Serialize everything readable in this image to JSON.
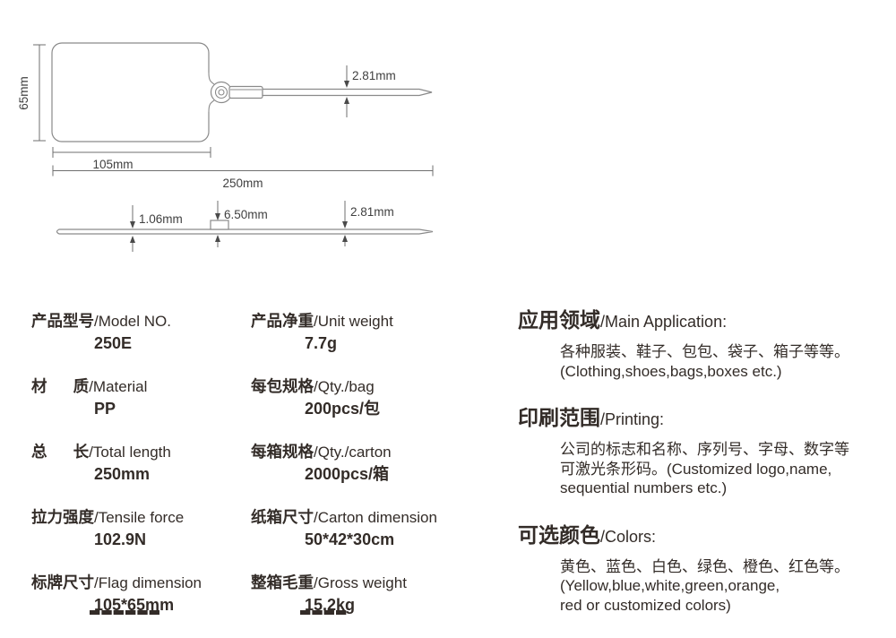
{
  "diagram": {
    "height": "65mm",
    "flag_width": "105mm",
    "total_length": "250mm",
    "strap_width_top": "2.81mm",
    "thickness": "1.06mm",
    "lock_width": "6.50mm",
    "strap_width_side": "2.81mm"
  },
  "specs": {
    "left": [
      {
        "zh": "产品型号",
        "en": "/Model NO.",
        "value": "250E"
      },
      {
        "zh": "材      质",
        "en": "/Material",
        "value": "PP"
      },
      {
        "zh": "总      长",
        "en": "/Total length",
        "value": "250mm"
      },
      {
        "zh": "拉力强度",
        "en": "/Tensile force",
        "value": "102.9N"
      },
      {
        "zh": "标牌尺寸",
        "en": "/Flag dimension",
        "value": "105*65mm"
      }
    ],
    "middle": [
      {
        "zh": "产品净重",
        "en": "/Unit weight",
        "value": "7.7g"
      },
      {
        "zh": "每包规格",
        "en": "/Qty./bag",
        "value": "200pcs/包"
      },
      {
        "zh": "每箱规格",
        "en": "/Qty./carton",
        "value": "2000pcs/箱"
      },
      {
        "zh": "纸箱尺寸",
        "en": "/Carton dimension",
        "value": "50*42*30cm"
      },
      {
        "zh": "整箱毛重",
        "en": "/Gross weight",
        "value": "15.2kg"
      }
    ],
    "right": [
      {
        "zh": "应用领域",
        "en": "/Main Application:",
        "body": "各种服装、鞋子、包包、袋子、箱子等等。\n(Clothing,shoes,bags,boxes etc.)"
      },
      {
        "zh": "印刷范围",
        "en": "/Printing:",
        "body": "公司的标志和名称、序列号、字母、数字等\n可激光条形码。(Customized logo,name,\nsequential numbers etc.)"
      },
      {
        "zh": "可选颜色",
        "en": "/Colors:",
        "body": "黄色、蓝色、白色、绿色、橙色、红色等。\n(Yellow,blue,white,green,orange,\nred or customized colors)"
      }
    ],
    "cutoff": {
      "left": "▀▀▀▀▀▀",
      "middle": "▀▀▀▀"
    }
  },
  "colors": {
    "text": "#332c28",
    "diagram_line": "#8a8a8a",
    "dim_text": "#3f3f3f",
    "background": "#ffffff"
  }
}
